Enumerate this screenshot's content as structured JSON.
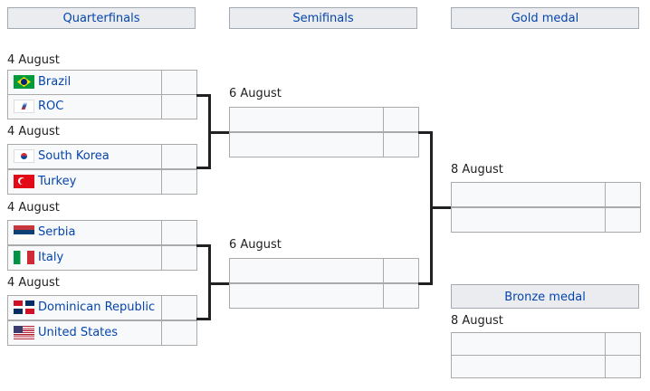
{
  "headers": {
    "qf": "Quarterfinals",
    "sf": "Semifinals",
    "gold": "Gold medal",
    "bronze": "Bronze medal"
  },
  "qf": [
    {
      "date": "4 August",
      "teams": [
        {
          "name": "Brazil",
          "flag": "brazil-flag"
        },
        {
          "name": "ROC",
          "flag": "roc-flag"
        }
      ]
    },
    {
      "date": "4 August",
      "teams": [
        {
          "name": "South Korea",
          "flag": "south-korea-flag"
        },
        {
          "name": "Turkey",
          "flag": "turkey-flag"
        }
      ]
    },
    {
      "date": "4 August",
      "teams": [
        {
          "name": "Serbia",
          "flag": "serbia-flag"
        },
        {
          "name": "Italy",
          "flag": "italy-flag"
        }
      ]
    },
    {
      "date": "4 August",
      "teams": [
        {
          "name": "Dominican Republic",
          "flag": "dominican-republic-flag"
        },
        {
          "name": "United States",
          "flag": "united-states-flag"
        }
      ]
    }
  ],
  "sf": [
    {
      "date": "6 August"
    },
    {
      "date": "6 August"
    }
  ],
  "gold": {
    "date": "8 August"
  },
  "bronze": {
    "date": "8 August"
  }
}
